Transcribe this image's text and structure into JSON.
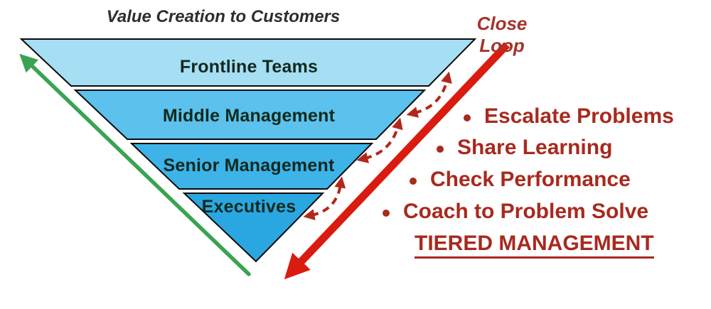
{
  "title": "Value Creation to Customers",
  "close_loop": {
    "label": "Close Loop"
  },
  "pyramid": {
    "tiers": [
      {
        "label": "Frontline Teams",
        "color": "#a6def4"
      },
      {
        "label": "Middle Management",
        "color": "#5cc1ec"
      },
      {
        "label": "Senior Management",
        "color": "#3db3e8"
      },
      {
        "label": "Executives",
        "color": "#2aa7e1"
      }
    ],
    "border_color": "#0b0b0b",
    "label_color": "#10291d"
  },
  "bullets": {
    "items": [
      {
        "label": "Escalate Problems"
      },
      {
        "label": "Share Learning"
      },
      {
        "label": "Check Performance"
      },
      {
        "label": "Coach to Problem Solve"
      }
    ],
    "footer": "TIERED MANAGEMENT"
  },
  "colors": {
    "title_text": "#2f2e2d",
    "red_text": "#a8291e",
    "solid_arrow": "#da1b10",
    "dashed_arrow": "#b3271b",
    "green_arrow": "#3aa352"
  }
}
